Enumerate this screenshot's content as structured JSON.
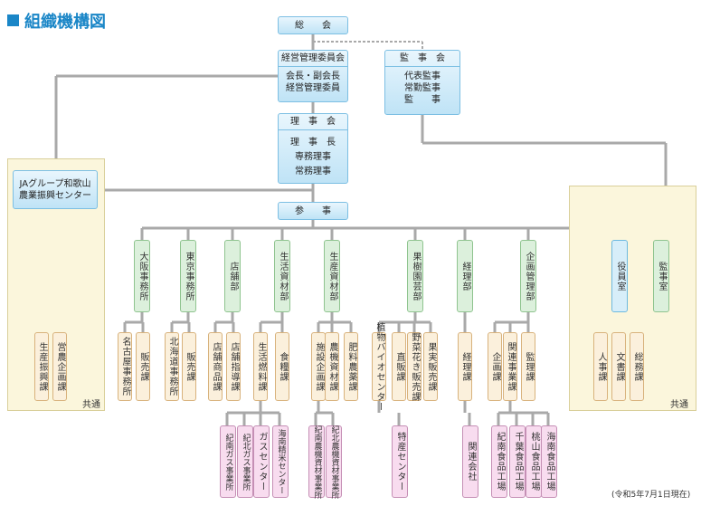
{
  "title": "組織機構図",
  "date": "(令和5年7月1日現在)",
  "kyotsu": "共通",
  "top": {
    "general": "総　　会",
    "mgmt_committee": {
      "header": "経営管理委員会",
      "lines": [
        "会長・副会長",
        "経営管理委員"
      ]
    },
    "auditors": {
      "header": "監　事　会",
      "lines": [
        "代表監事",
        "常勤監事",
        "監　　事"
      ]
    },
    "board": {
      "header": "理　事　会",
      "lines": [
        "理　事　長",
        "専務理事",
        "常務理事"
      ]
    },
    "center": [
      "JAグループ和歌山",
      "農業振興センター"
    ],
    "sanji": "参　　事"
  },
  "departments": [
    {
      "name": "大阪事務所",
      "color": "green",
      "sections": [
        "名古屋事務所",
        "販売課"
      ],
      "units": []
    },
    {
      "name": "東京事務所",
      "color": "green",
      "sections": [
        "北海道事務所",
        "販売課"
      ],
      "units": []
    },
    {
      "name": "店舗部",
      "color": "green",
      "sections": [
        "店舗商品課",
        "店舗指導課"
      ],
      "units": []
    },
    {
      "name": "生活資材部",
      "color": "green",
      "sections": [
        "生活燃料課",
        "食糧課"
      ],
      "units": [
        "紀南ガス事業所",
        "紀北ガス事業所",
        "ガスセンター",
        "海南精米センター"
      ]
    },
    {
      "name": "生産資材部",
      "color": "green",
      "sections": [
        "施設企画課",
        "農機資材課",
        "肥料農薬課"
      ],
      "units": [
        "紀南農機資材事業所",
        "紀北農機資材事業所"
      ]
    },
    {
      "name": "果樹園芸部",
      "color": "green",
      "sections": [
        "植物バイオセンター",
        "直販課",
        "野菜花き販売課",
        "果実販売課"
      ],
      "units": [
        "特産センター"
      ]
    },
    {
      "name": "経理部",
      "color": "green",
      "sections": [
        "経理課"
      ],
      "units": [
        "関連会社"
      ]
    },
    {
      "name": "企画管理部",
      "color": "green",
      "sections": [
        "企画課",
        "関連事業課",
        "監理課"
      ],
      "units": [
        "紀南食品工場",
        "千葉食品工場",
        "桃山食品工場",
        "海南食品工場"
      ]
    }
  ],
  "right": {
    "yakuin": {
      "name": "役員室",
      "sections": [
        "人事課",
        "文書課",
        "総務課"
      ]
    },
    "kansa": "監事室"
  },
  "left_sections": [
    "生産振興課",
    "営農企画課"
  ]
}
